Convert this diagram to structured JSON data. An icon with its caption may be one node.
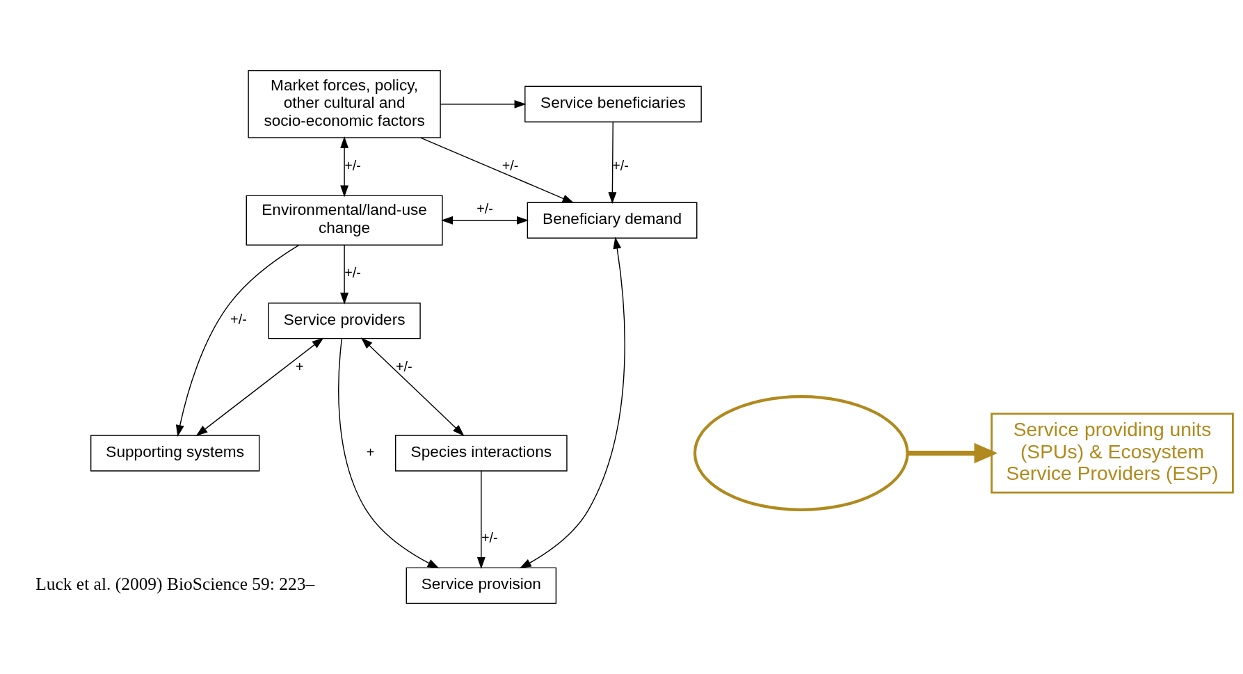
{
  "diagram": {
    "nodes": [
      {
        "text": [
          "Market forces, policy, other cultural and socio-economic factors"
        ]
      },
      {
        "text": [
          "Service beneficiaries"
        ]
      },
      {
        "text": [
          "Environmental/land-use change"
        ]
      },
      {
        "text": [
          "Beneficiary demand"
        ]
      },
      {
        "text": [
          "Service provision"
        ]
      },
      {
        "text": [
          "Species interactions"
        ]
      },
      {
        "text": [
          "Service providers"
        ]
      },
      {
        "text": [
          "Supporting systems"
        ]
      },
      {
        "text": [],
        "shape": "ellipse"
      },
      {
        "text": [
          "Service providing units (SPUs) & Ecosystem Service Providers (ESP)"
        ]
      }
    ],
    "edges": [
      {
        "from": 0,
        "to": 1,
        "arrow": "to"
      },
      {
        "from": 0,
        "to": 2,
        "arrow": "both",
        "label": "+/-"
      },
      {
        "from": 0,
        "to": 3,
        "arrow": "to",
        "label": "+/-"
      },
      {
        "from": 1,
        "to": 3,
        "arrow": "to",
        "label": "+/-"
      },
      {
        "from": 2,
        "to": 3,
        "arrow": "both",
        "label": "+/-"
      },
      {
        "from": 3,
        "to": 4,
        "arrow": "both"
      },
      {
        "from": 2,
        "to": 7,
        "arrow": "to",
        "label": "+/-"
      },
      {
        "from": 2,
        "to": 6,
        "arrow": "to",
        "label": "+/-"
      },
      {
        "from": 6,
        "to": 4,
        "arrow": "to",
        "label": "+"
      },
      {
        "from": 5,
        "to": 4,
        "arrow": "to",
        "label": "+/-"
      },
      {
        "from": 6,
        "to": 5,
        "arrow": "both",
        "label": "+/-"
      },
      {
        "from": 6,
        "to": 7,
        "arrow": "both",
        "label": "+"
      },
      {
        "from": 8,
        "to": 9,
        "arrow": "to",
        "style": "thick",
        "color": "#b08a1e"
      }
    ],
    "labels": [
      "Luck et al. (2009) BioScience 59: 223–"
    ]
  }
}
